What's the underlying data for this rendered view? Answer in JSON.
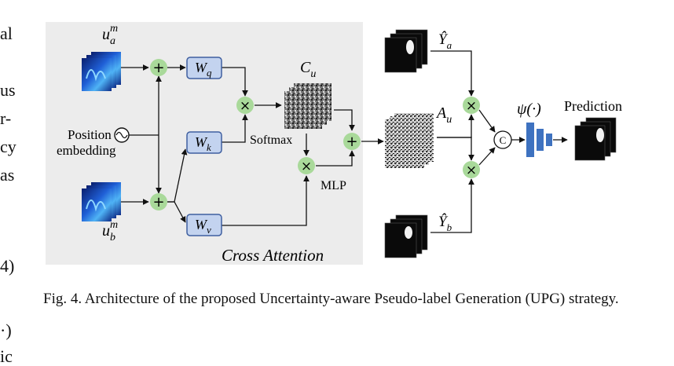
{
  "left_margin_fragments": [
    "al",
    "us",
    "r-",
    "cy",
    "as",
    "4)",
    "·)",
    "ic"
  ],
  "diagram": {
    "panel_title": "Cross Attention",
    "input_a": {
      "base": "u",
      "sub": "a",
      "sup": "m"
    },
    "input_b": {
      "base": "u",
      "sub": "b",
      "sup": "m"
    },
    "position_label_1": "Position",
    "position_label_2": "embedding",
    "wq": {
      "base": "W",
      "sub": "q"
    },
    "wk": {
      "base": "W",
      "sub": "k"
    },
    "wv": {
      "base": "W",
      "sub": "v"
    },
    "cu": {
      "base": "C",
      "sub": "u"
    },
    "softmax_label": "Softmax",
    "mlp_label": "MLP",
    "au": {
      "base": "A",
      "sub": "u"
    },
    "ya": {
      "base": "Ŷ",
      "sub": "a"
    },
    "yb": {
      "base": "Ŷ",
      "sub": "b"
    },
    "concat_label": "C",
    "psi_label": "ψ(·)",
    "prediction_label": "Prediction",
    "plus_symbol": "+",
    "times_symbol": "×"
  },
  "caption": "Fig. 4.  Architecture of the proposed Uncertainty-aware Pseudo-label Generation (UPG) strategy.",
  "colors": {
    "panel_bg": "#ececec",
    "op_circle": "#a9d99a",
    "w_box_fill": "#c3d3ef",
    "w_box_stroke": "#3f5fa0",
    "net_blue": "#3e72c0"
  }
}
